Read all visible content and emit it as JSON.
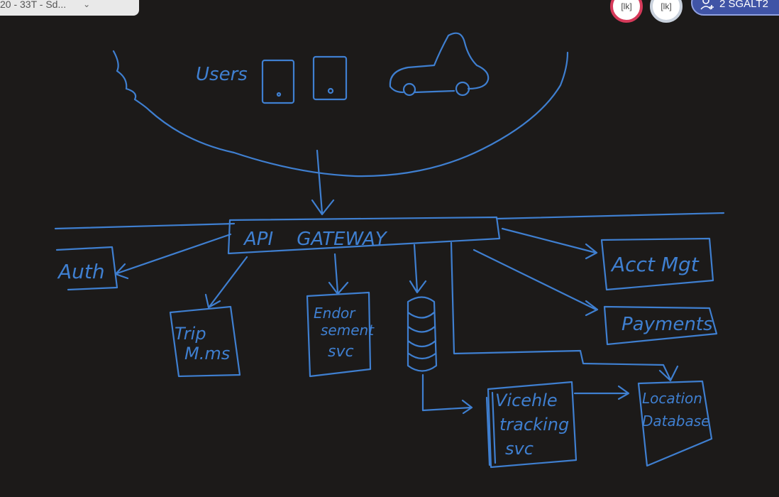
{
  "tab_chip": {
    "text": "20 - 33T - Sd...",
    "chevron": "⌄"
  },
  "avatars": [
    {
      "label": "[lk]",
      "ring_color": "#d63a5a"
    },
    {
      "label": "[lk]",
      "ring_color": "#c9d1dc"
    }
  ],
  "share_pill": {
    "text": "2 SGALT2",
    "icon": "person-add-icon"
  },
  "ink_color": "#3f7fd0",
  "labels": {
    "users": "Users",
    "gateway": "API    GATEWAY",
    "auth": "Auth",
    "acct_mgt": "Acct Mgt",
    "payments": "Payments",
    "trip_mgmt_line1": "Trip",
    "trip_mgmt_line2": "M.ms",
    "endorsement_line1": "Endor",
    "endorsement_line2": "sement",
    "endorsement_line3": "svc",
    "vehicle_line1": "Vicehle",
    "vehicle_line2": "tracking",
    "vehicle_line3": "svc",
    "location_line1": "Location",
    "location_line2": "Database"
  }
}
